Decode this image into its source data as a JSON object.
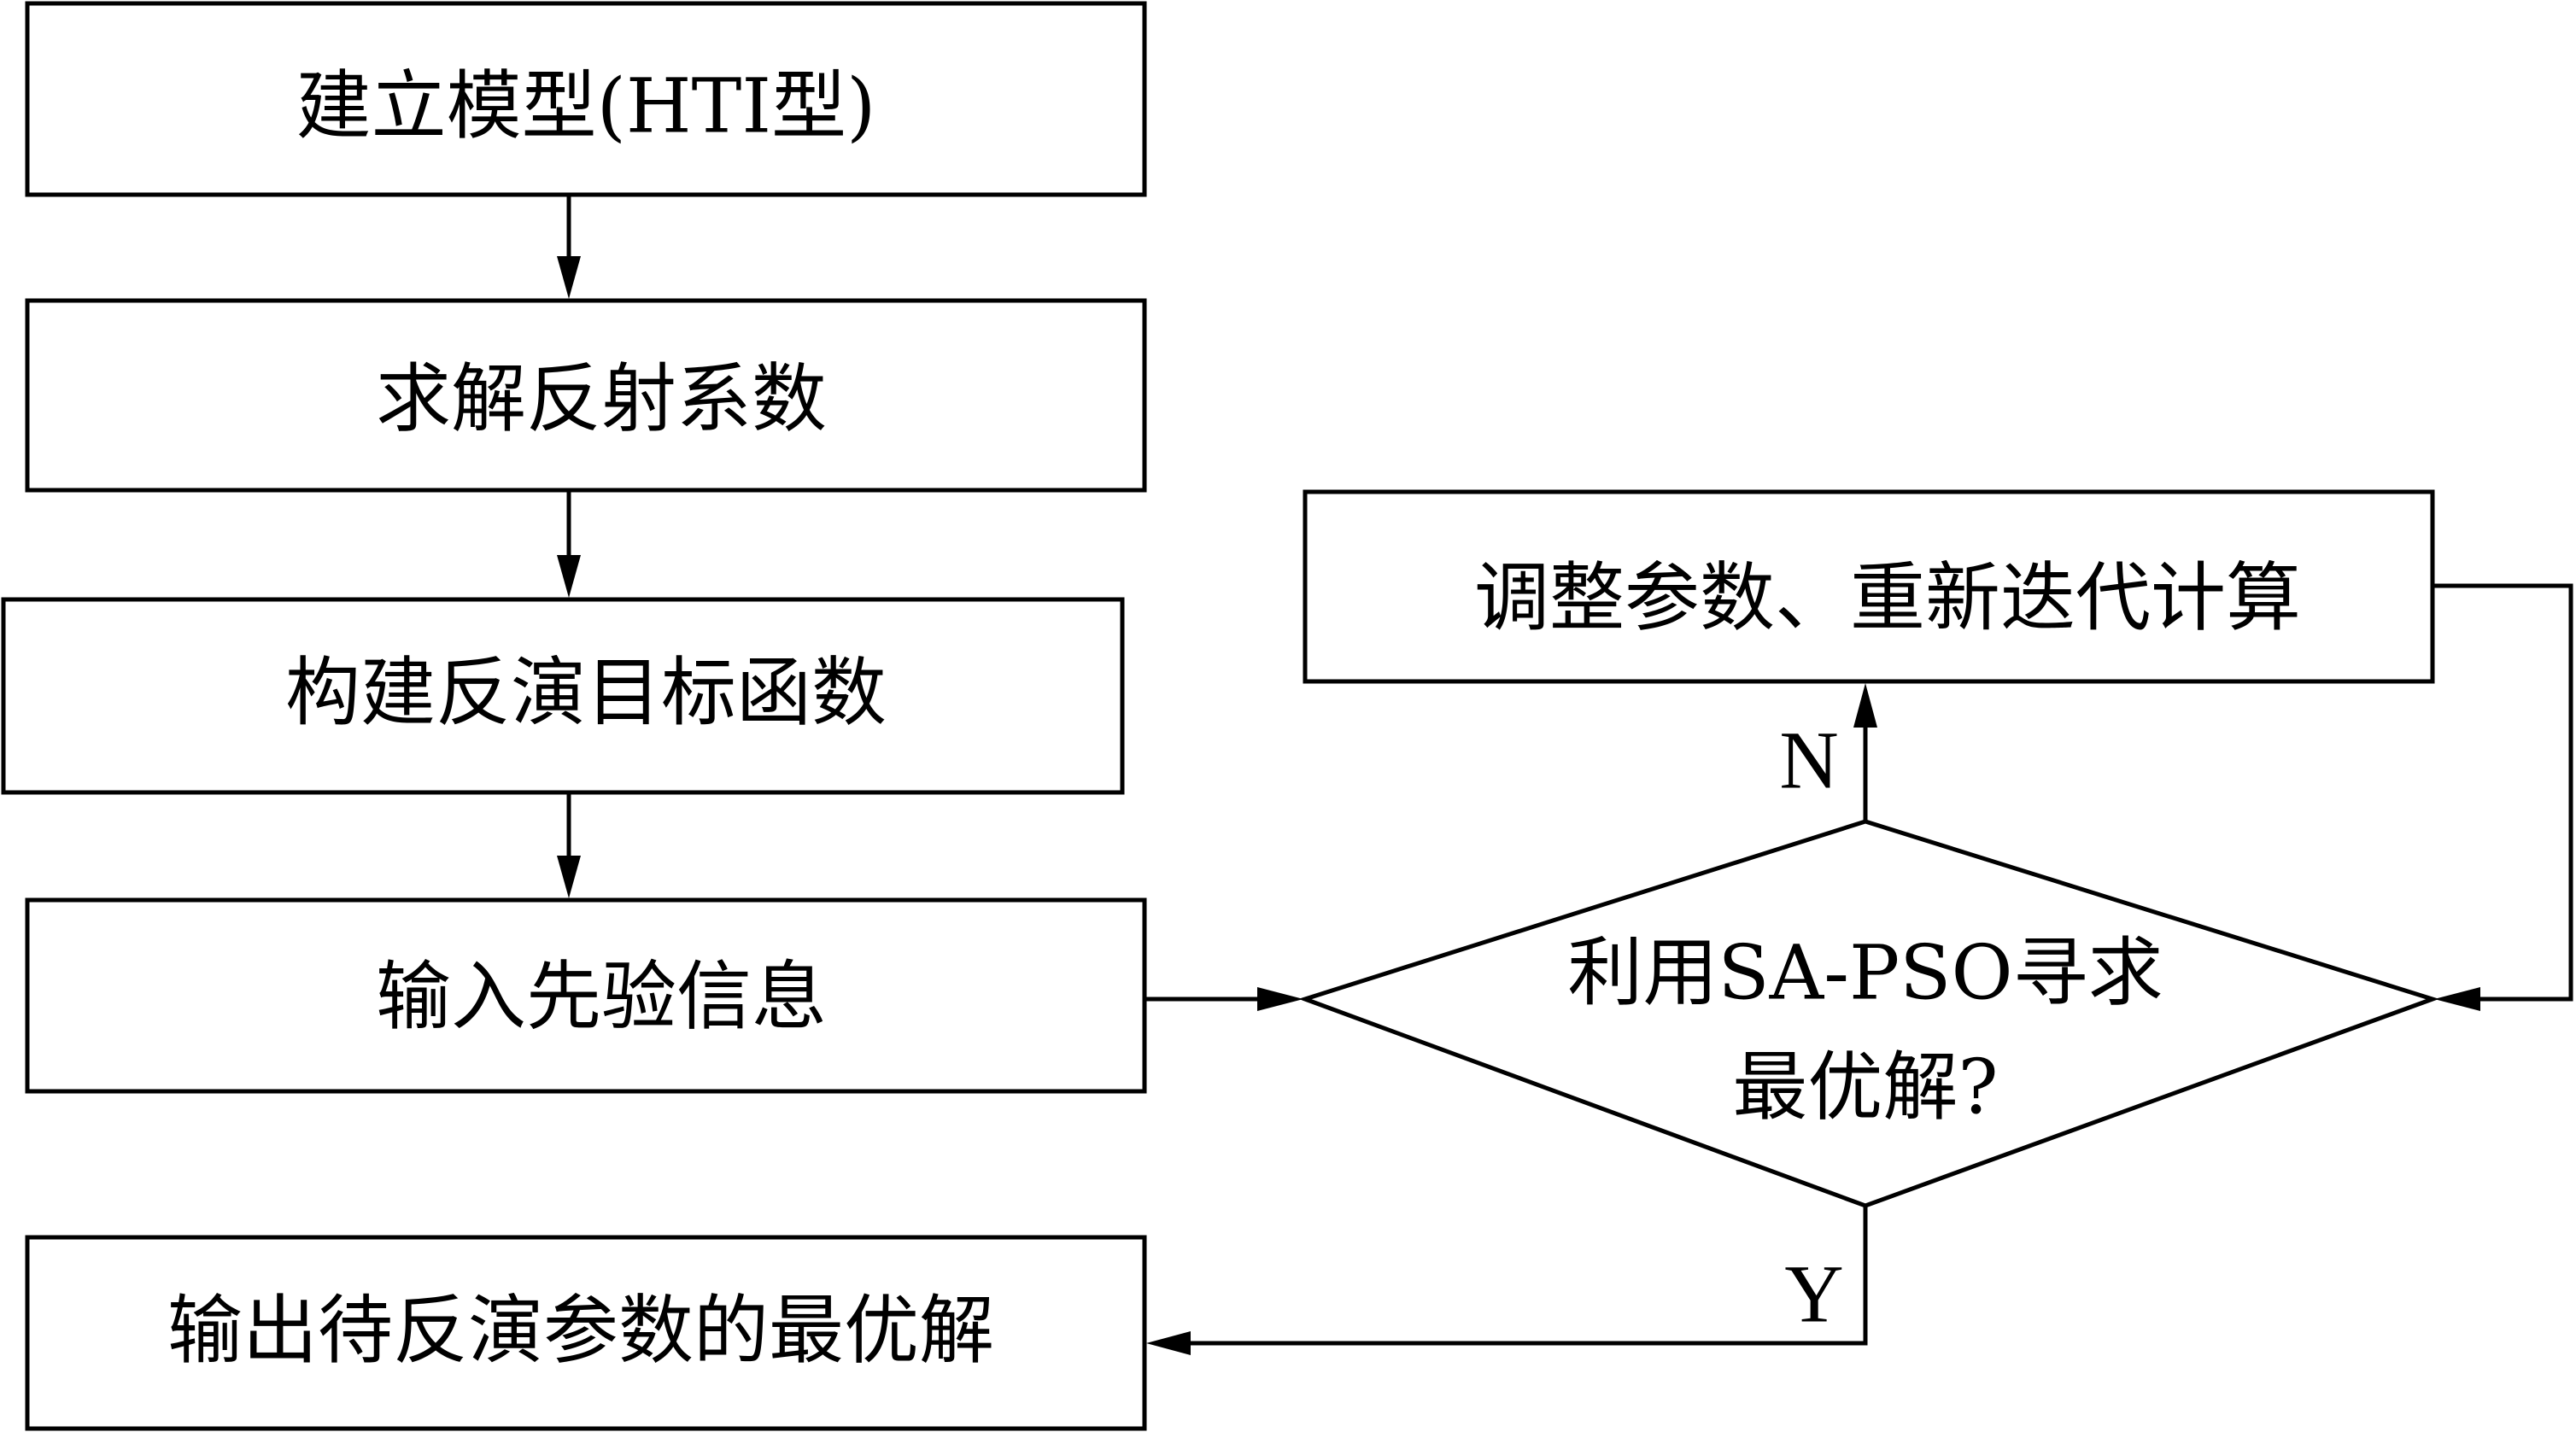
{
  "nodes": {
    "build_model": "建立模型(HTI型)",
    "solve_reflection": "求解反射系数",
    "build_objective": "构建反演目标函数",
    "input_prior": "输入先验信息",
    "adjust_params": "调整参数、重新迭代计算",
    "decision_line1": "利用SA-PSO寻求",
    "decision_line2": "最优解?",
    "output_optimal": "输出待反演参数的最优解"
  },
  "edge_labels": {
    "no": "N",
    "yes": "Y"
  }
}
